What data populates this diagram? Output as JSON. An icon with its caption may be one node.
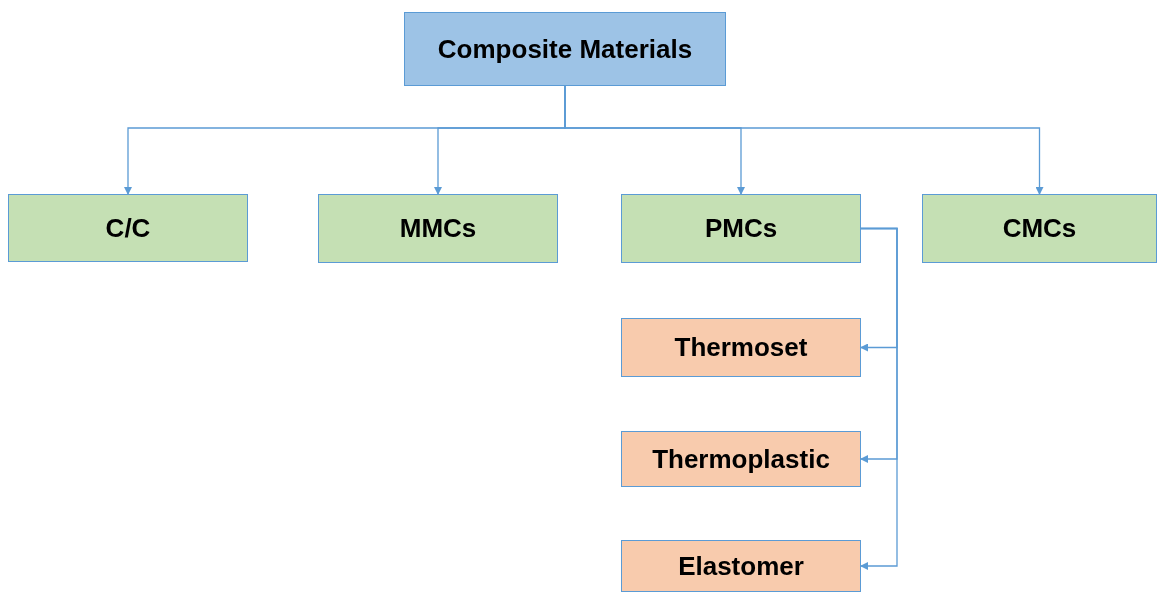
{
  "diagram": {
    "nodes": [
      {
        "text": [
          "Composite Materials"
        ]
      },
      {
        "text": [
          "C/C"
        ]
      },
      {
        "text": [
          "MMCs"
        ]
      },
      {
        "text": [
          "PMCs"
        ]
      },
      {
        "text": [
          "CMCs"
        ]
      },
      {
        "text": [
          "Thermoset"
        ]
      },
      {
        "text": [
          "Thermoplastic"
        ]
      },
      {
        "text": [
          "Elastomer"
        ]
      }
    ],
    "edges": [
      {
        "from": 0,
        "to": 1,
        "arrow": "to"
      },
      {
        "from": 0,
        "to": 2,
        "arrow": "to"
      },
      {
        "from": 0,
        "to": 3,
        "arrow": "to"
      },
      {
        "from": 0,
        "to": 4,
        "arrow": "to"
      },
      {
        "from": 3,
        "to": 5,
        "arrow": "to"
      },
      {
        "from": 3,
        "to": 6,
        "arrow": "to"
      },
      {
        "from": 3,
        "to": 7,
        "arrow": "to"
      }
    ]
  }
}
